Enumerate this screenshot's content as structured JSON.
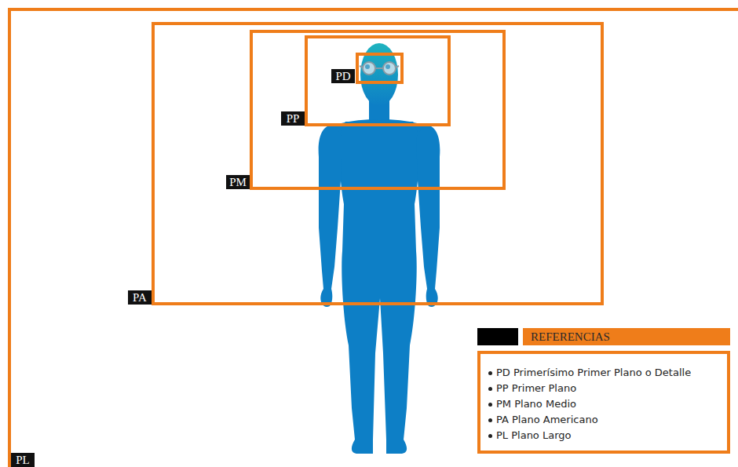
{
  "diagram": {
    "nodes": [
      {
        "text": [
          "PL"
        ]
      },
      {
        "text": [
          "PA"
        ],
        "in": 0
      },
      {
        "text": [
          "PM"
        ],
        "in": 1
      },
      {
        "text": [
          "PP"
        ],
        "in": 2
      },
      {
        "text": [
          "PD"
        ],
        "in": 3
      }
    ],
    "labels": [
      "REFERENCIAS"
    ],
    "legend": [
      {
        "text": "PD Primerísimo Primer Plano o Detalle"
      },
      {
        "text": "PP Primer Plano"
      },
      {
        "text": "PM Plano Medio"
      },
      {
        "text": "PA Plano Americano"
      },
      {
        "text": "PL Plano Largo"
      }
    ]
  }
}
